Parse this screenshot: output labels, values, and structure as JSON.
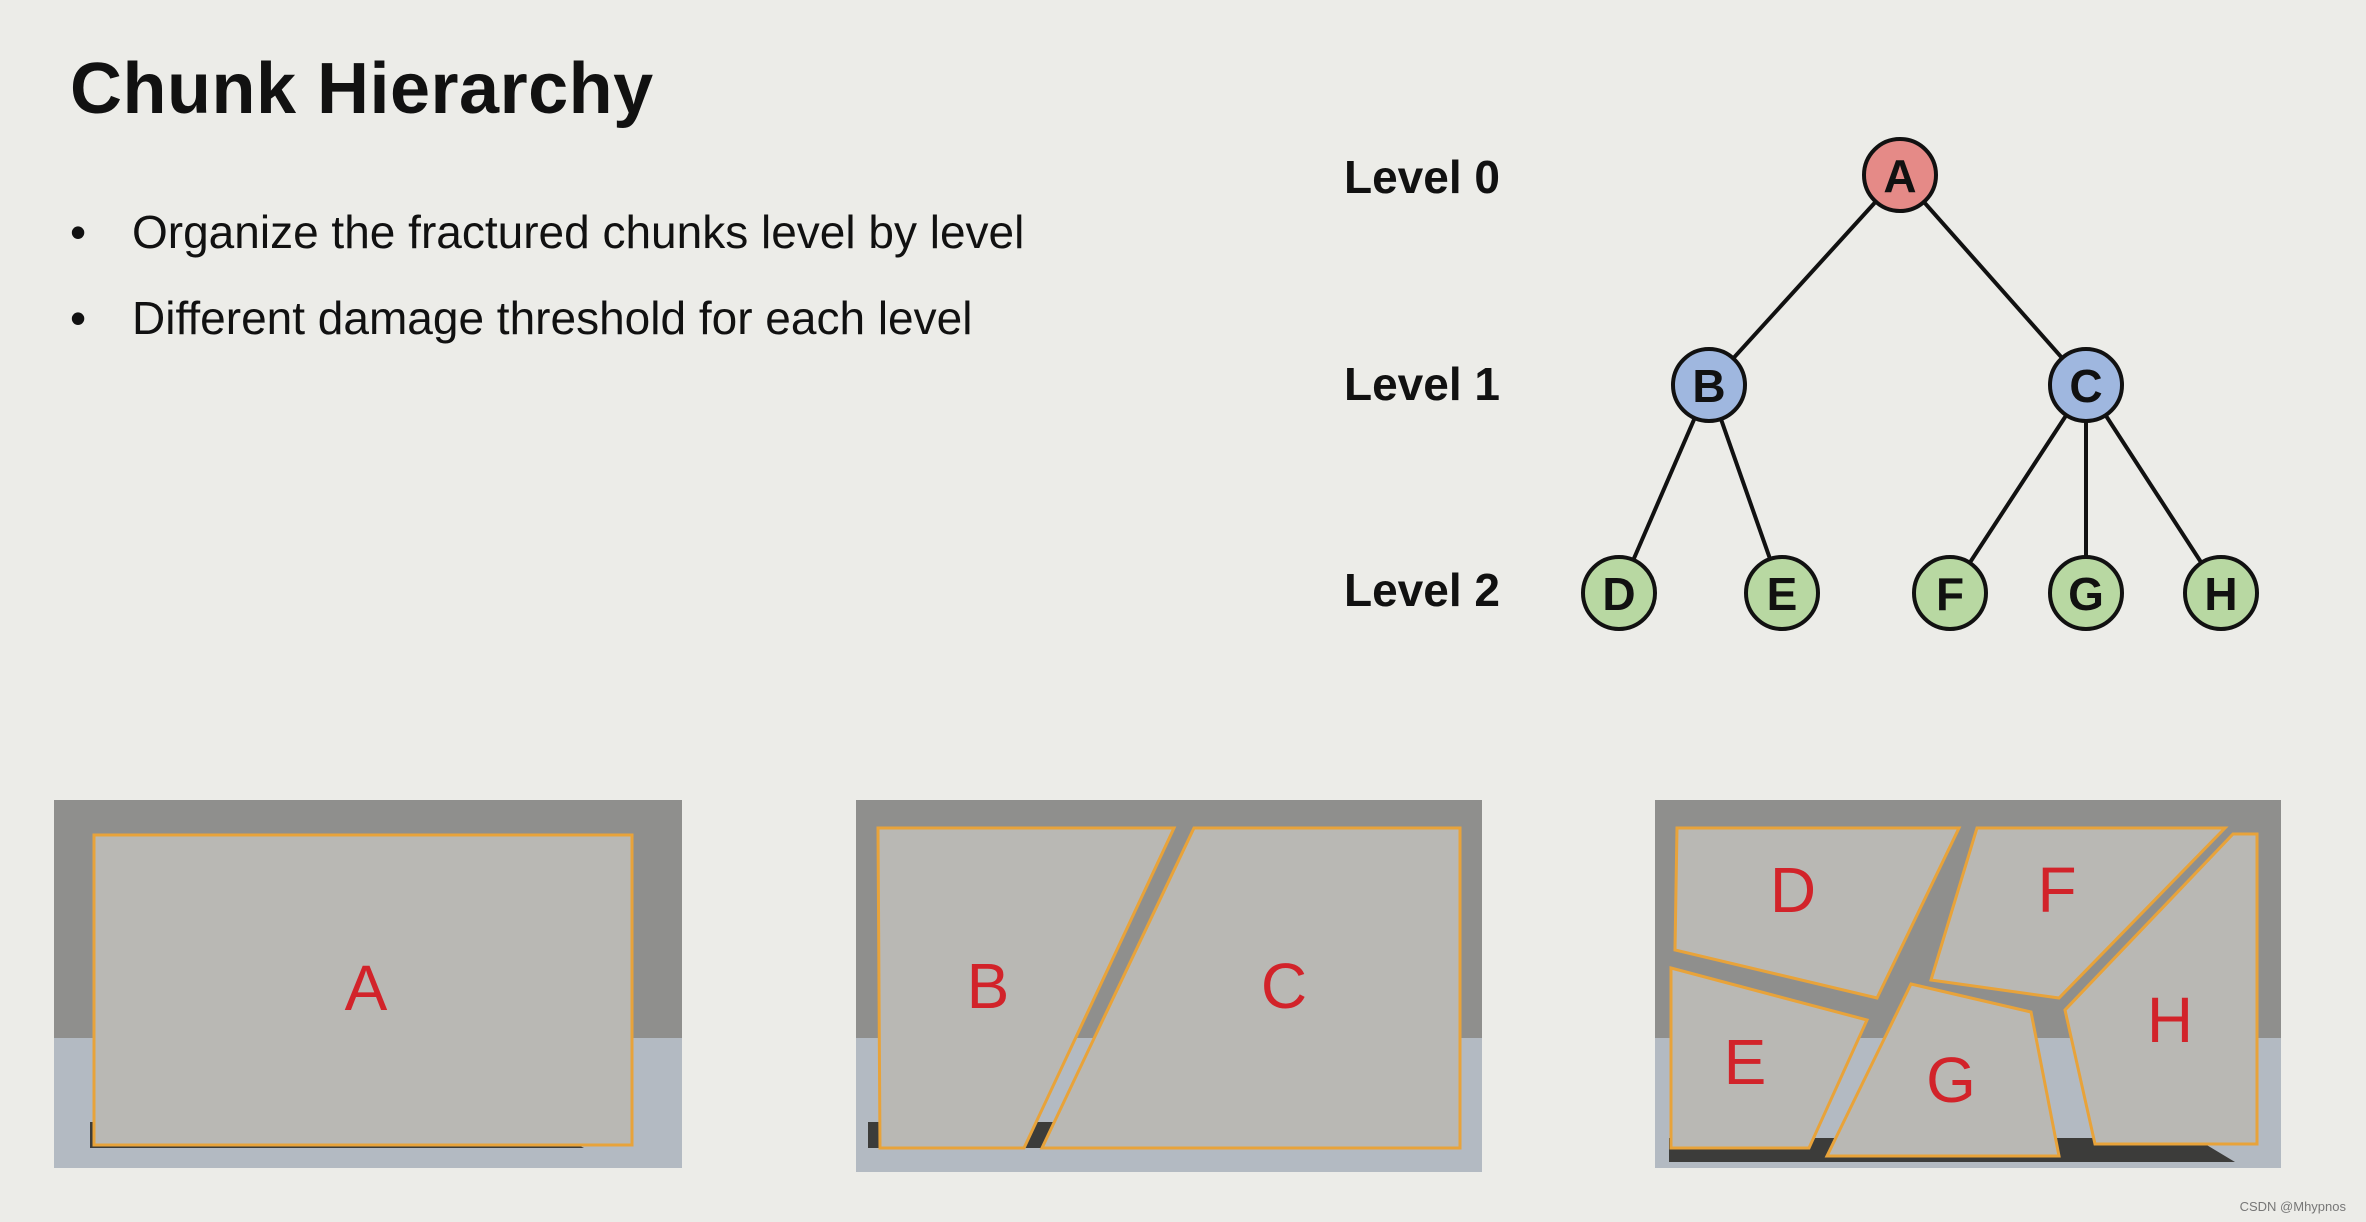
{
  "slide": {
    "title": "Chunk Hierarchy",
    "bullets": [
      {
        "marker": "•",
        "text": "Organize the fractured chunks level by level"
      },
      {
        "marker": "•",
        "text": "Different damage threshold for each level"
      }
    ]
  },
  "tree": {
    "levels": [
      "Level 0",
      "Level 1",
      "Level 2"
    ],
    "nodes": [
      {
        "id": "A",
        "level": 0,
        "color": "#e58a87"
      },
      {
        "id": "B",
        "level": 1,
        "color": "#9fb7df"
      },
      {
        "id": "C",
        "level": 1,
        "color": "#9fb7df"
      },
      {
        "id": "D",
        "level": 2,
        "color": "#b8d8a2"
      },
      {
        "id": "E",
        "level": 2,
        "color": "#b8d8a2"
      },
      {
        "id": "F",
        "level": 2,
        "color": "#b8d8a2"
      },
      {
        "id": "G",
        "level": 2,
        "color": "#b8d8a2"
      },
      {
        "id": "H",
        "level": 2,
        "color": "#b8d8a2"
      }
    ],
    "edges": [
      [
        "A",
        "B"
      ],
      [
        "A",
        "C"
      ],
      [
        "B",
        "D"
      ],
      [
        "B",
        "E"
      ],
      [
        "C",
        "F"
      ],
      [
        "C",
        "G"
      ],
      [
        "C",
        "H"
      ]
    ]
  },
  "panels": [
    {
      "name": "level-0",
      "chunks": [
        "A"
      ]
    },
    {
      "name": "level-1",
      "chunks": [
        "B",
        "C"
      ]
    },
    {
      "name": "level-2",
      "chunks": [
        "D",
        "F",
        "E",
        "G",
        "H"
      ]
    }
  ],
  "colors": {
    "chunk_label": "#d2232a",
    "chunk_outline": "#e8a33a",
    "chunk_fill": "#b9b8b4",
    "backdrop_wall": "#8f8f8d",
    "backdrop_floor": "#b3bac2"
  },
  "credit": "CSDN @Mhypnos"
}
